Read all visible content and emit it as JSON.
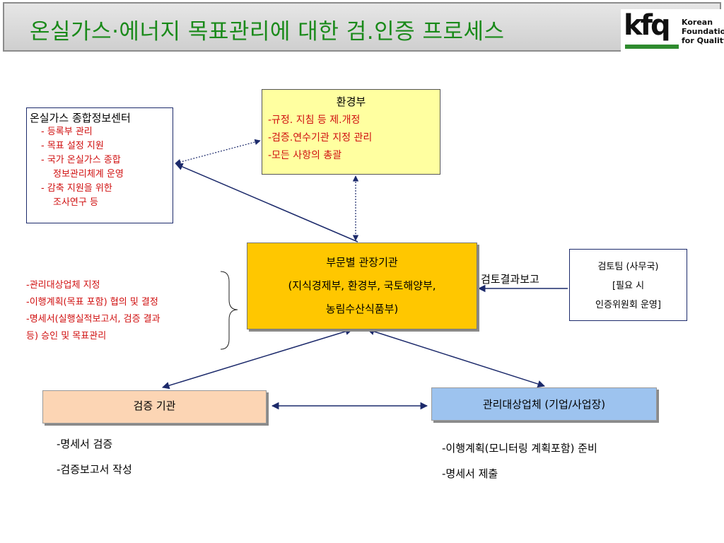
{
  "title": "온실가스·에너지 목표관리에 대한  검.인증 프로세스",
  "logo": {
    "mark": "kfq",
    "lines": [
      "Korean",
      "Foundation",
      "for Quality"
    ]
  },
  "ministry_env": {
    "heading": "환경부",
    "items": [
      "-규정. 지침 등 제.개정",
      "-검증.연수기관 지정 관리",
      "-모든 사항의 총괄"
    ]
  },
  "info_center": {
    "heading": "온실가스 종합정보센터",
    "items": [
      "- 등록부 관리",
      "- 목표 설정 지원",
      "- 국가 온실가스 종합",
      "정보관리체계 운영",
      "- 감축 지원을 위한",
      "조사연구 등"
    ]
  },
  "sector_agencies": {
    "lines": [
      "부문별 관장기관",
      "(지식경제부, 환경부, 국토해양부,",
      "농림수산식품부)"
    ]
  },
  "review_team": {
    "lines": [
      "검토팀 (사무국)",
      "[필요 시",
      "인증위원회 운영]"
    ]
  },
  "report_label": "검토결과보고",
  "agency_roles": [
    "-관리대상업체 지정",
    "-이행계획(목표 포함) 협의 및 결정",
    "-명세서(실행실적보고서, 검증 결과",
    "등) 승인 및 목표관리"
  ],
  "verification_body": {
    "label": "검증 기관",
    "tasks": [
      "-명세서 검증",
      "-검증보고서  작성"
    ]
  },
  "managed_company": {
    "label": "관리대상업체 (기업/사업장)",
    "tasks": [
      "-이행계획(모니터링 계획포함) 준비",
      "-명세서 제출"
    ]
  }
}
